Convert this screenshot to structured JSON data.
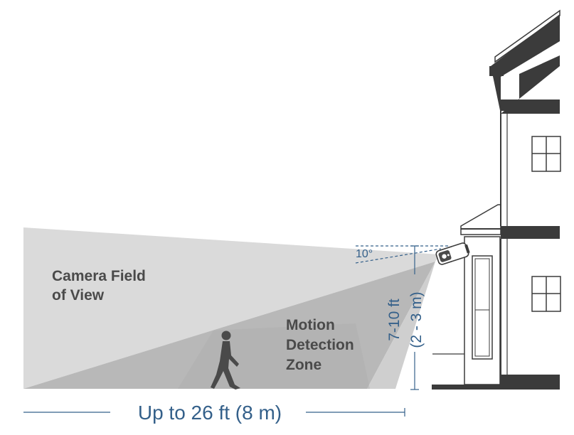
{
  "labels": {
    "fov_line1": "Camera Field",
    "fov_line2": "of View",
    "motion_line1": "Motion",
    "motion_line2": "Detection",
    "motion_line3": "Zone",
    "angle": "10°",
    "height_line1": "7-10 ft",
    "height_line2": "(2 - 3 m)",
    "range": "Up to 26 ft (8 m)"
  },
  "colors": {
    "fov_fill": "#dadada",
    "motion_fill": "#b8b8b8",
    "motion_ground": "#a4a4a4",
    "house": "#3b3b3b",
    "dimension": "#34608a",
    "text": "#4a4a4a"
  },
  "icons": [
    "person-walking-icon",
    "security-camera-icon",
    "house-icon"
  ]
}
